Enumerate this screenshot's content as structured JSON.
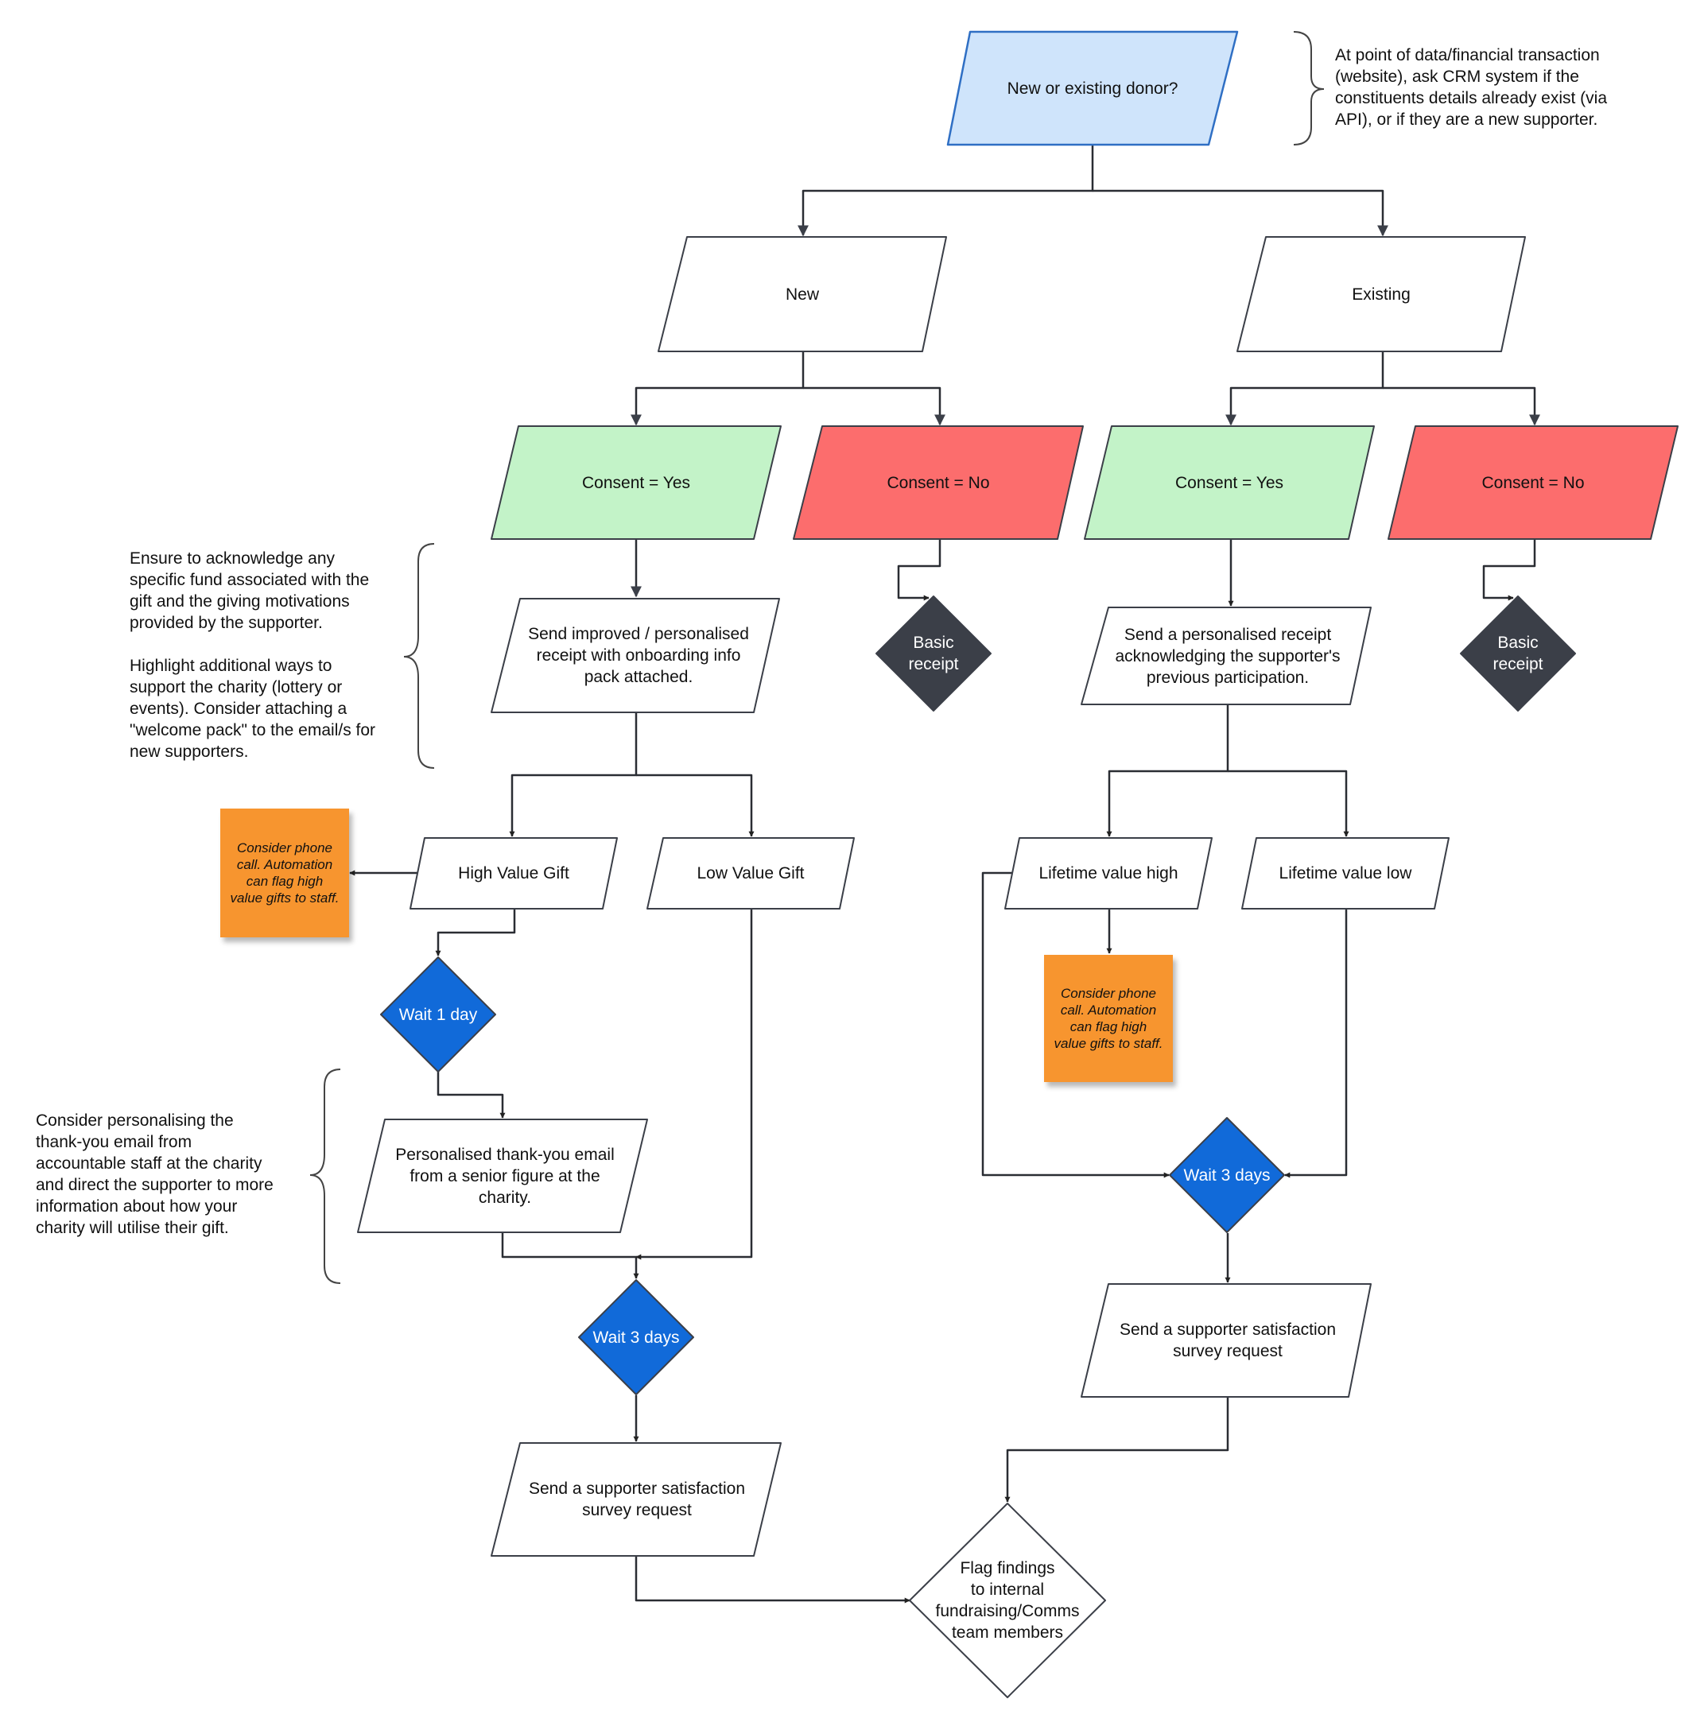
{
  "colors": {
    "start_fill": "#cfe4fb",
    "start_stroke": "#2f6fc4",
    "yes_fill": "#c3f3c8",
    "no_fill": "#fc6d6d",
    "wait_fill": "#116ad9",
    "dark_fill": "#3b3f48",
    "sticky_fill": "#f7952f",
    "stroke": "#3b3f48"
  },
  "nodes": {
    "start": "New or existing donor?",
    "new_branch": "New",
    "existing_branch": "Existing",
    "new_consent_yes": "Consent = Yes",
    "new_consent_no": "Consent = No",
    "existing_consent_yes": "Consent = Yes",
    "existing_consent_no": "Consent = No",
    "new_basic_receipt": "Basic\nreceipt",
    "existing_basic_receipt": "Basic\nreceipt",
    "new_personalised_receipt": "Send improved / personalised\nreceipt with onboarding info\npack attached.",
    "existing_personalised_receipt": "Send a personalised receipt\nacknowledging the supporter's\nprevious participation.",
    "high_value_gift": "High Value Gift",
    "low_value_gift": "Low Value Gift",
    "lifetime_value_high": "Lifetime value high",
    "lifetime_value_low": "Lifetime value low",
    "wait_1_day": "Wait 1 day",
    "thank_you_email": "Personalised thank-you email\nfrom a senior figure at the\ncharity.",
    "new_wait_3_days": "Wait 3 days",
    "existing_wait_3_days": "Wait 3 days",
    "new_survey": "Send a supporter satisfaction\nsurvey request",
    "existing_survey": "Send a supporter satisfaction\nsurvey request",
    "flag_findings": "Flag findings\nto internal\nfundraising/Comms\nteam members"
  },
  "sticky_notes": {
    "high_value": "Consider phone\ncall. Automation\ncan flag high\nvalue gifts to staff.",
    "lifetime_high": "Consider phone\ncall. Automation\ncan flag high\nvalue gifts to staff."
  },
  "annotations": {
    "crm_check": "At point of data/financial transaction\n(website), ask CRM system if the\nconstituents details already exist (via\nAPI), or if they are a new supporter.",
    "acknowledge": "Ensure to acknowledge any\nspecific fund associated with the\ngift and  the giving motivations\nprovided by the supporter.\n\nHighlight additional ways to\nsupport the charity (lottery or\nevents). Consider attaching a\n\"welcome pack\" to the email/s for\nnew supporters.",
    "personalise": "Consider personalising the\nthank-you email from\naccountable staff at the charity\nand direct the supporter to more\ninformation about how your\ncharity will utilise their gift."
  }
}
